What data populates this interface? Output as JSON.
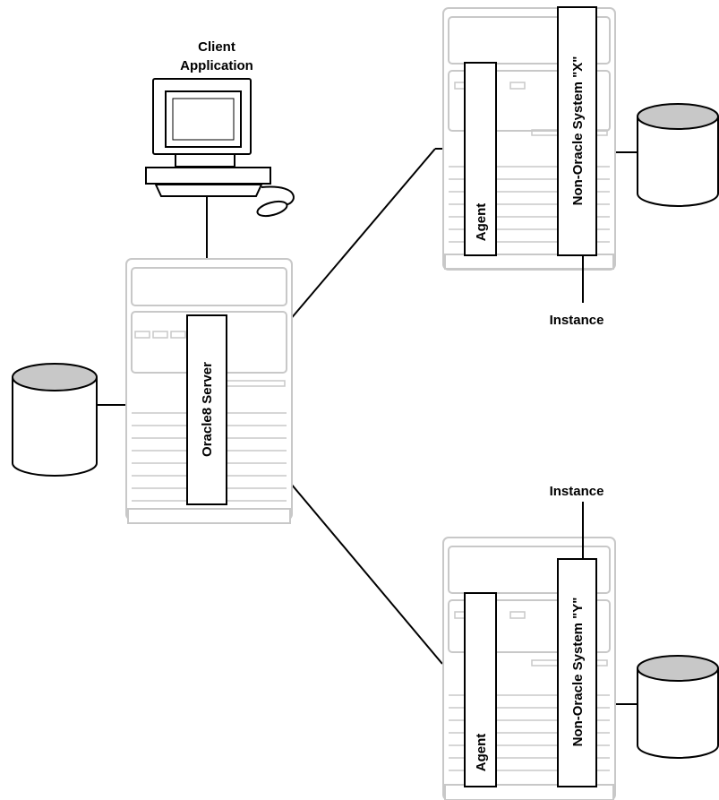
{
  "client": {
    "line1": "Client",
    "line2": "Application"
  },
  "main_server": {
    "label": "Oracle8 Server"
  },
  "remote_x": {
    "agent": "Agent",
    "system": "Non-Oracle System \"X\"",
    "instance": "Instance"
  },
  "remote_y": {
    "agent": "Agent",
    "system": "Non-Oracle System \"Y\"",
    "instance": "Instance"
  },
  "colors": {
    "server_outline": "#c8c8c8",
    "disk_top": "#c8c8c8",
    "line": "#000000"
  }
}
